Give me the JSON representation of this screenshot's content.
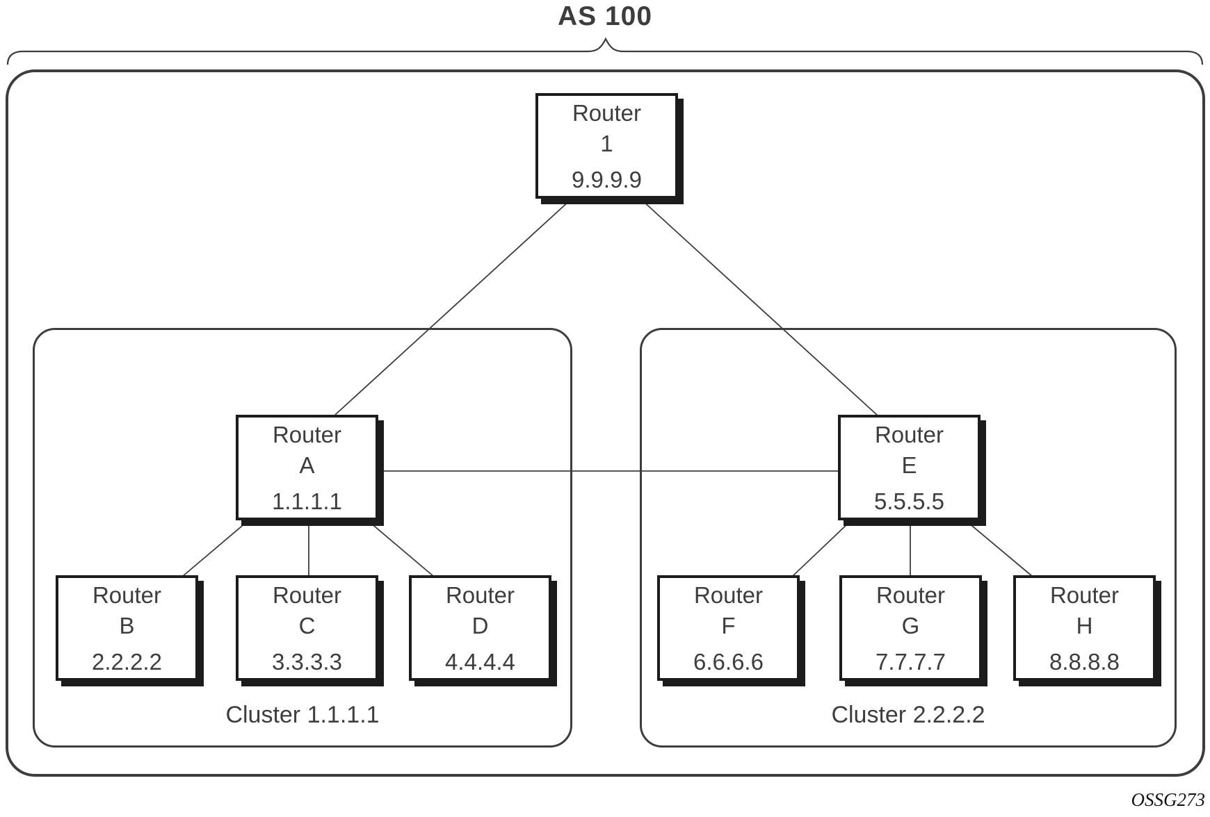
{
  "title": "AS 100",
  "watermark": "OSSG273",
  "routers": [
    {
      "label": "Router",
      "id": "1",
      "ip": "9.9.9.9"
    },
    {
      "label": "Router",
      "id": "A",
      "ip": "1.1.1.1"
    },
    {
      "label": "Router",
      "id": "B",
      "ip": "2.2.2.2"
    },
    {
      "label": "Router",
      "id": "C",
      "ip": "3.3.3.3"
    },
    {
      "label": "Router",
      "id": "D",
      "ip": "4.4.4.4"
    },
    {
      "label": "Router",
      "id": "E",
      "ip": "5.5.5.5"
    },
    {
      "label": "Router",
      "id": "F",
      "ip": "6.6.6.6"
    },
    {
      "label": "Router",
      "id": "G",
      "ip": "7.7.7.7"
    },
    {
      "label": "Router",
      "id": "H",
      "ip": "8.8.8.8"
    }
  ],
  "clusters": [
    {
      "label": "Cluster 1.1.1.1"
    },
    {
      "label": "Cluster 2.2.2.2"
    }
  ],
  "links": [
    {
      "from": "Router 1",
      "to": "Router A"
    },
    {
      "from": "Router 1",
      "to": "Router E"
    },
    {
      "from": "Router A",
      "to": "Router E"
    },
    {
      "from": "Router A",
      "to": "Router B"
    },
    {
      "from": "Router A",
      "to": "Router C"
    },
    {
      "from": "Router A",
      "to": "Router D"
    },
    {
      "from": "Router E",
      "to": "Router F"
    },
    {
      "from": "Router E",
      "to": "Router G"
    },
    {
      "from": "Router E",
      "to": "Router H"
    }
  ],
  "colors": {
    "frame": "#3d3d3d",
    "box_border": "#1c1c1c",
    "text": "#3d3d3d",
    "background": "#ffffff"
  }
}
